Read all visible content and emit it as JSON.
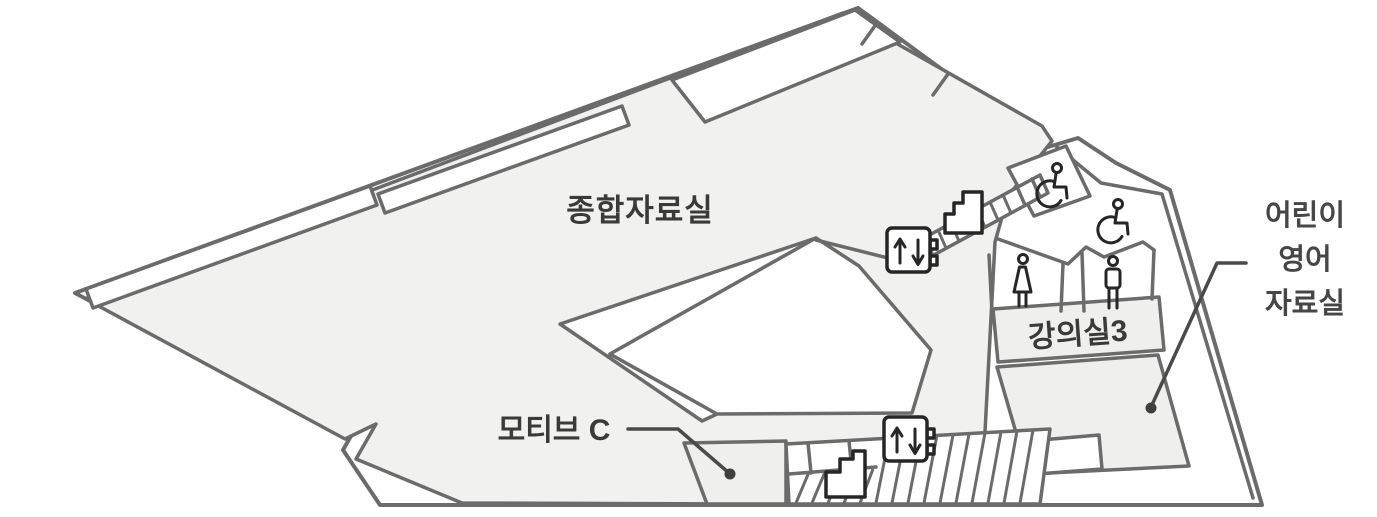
{
  "floorplan": {
    "labels": {
      "main_room": "종합자료실",
      "motive_room": "모티브 C",
      "lecture_room": "강의실3",
      "children_room": {
        "line1": "어린이",
        "line2": "영어",
        "line3": "자료실"
      }
    },
    "icons": {
      "elevator": "elevator-up-down-icon",
      "stairs": "stairs-icon",
      "wheelchair": "wheelchair-accessible-icon",
      "restroom_female": "female-restroom-icon",
      "restroom_male": "male-restroom-icon"
    },
    "colors": {
      "background": "#ffffff",
      "floor_fill": "#f1f1ef",
      "room_fill": "#efefed",
      "outline": "#6b6b6b",
      "icon_stroke": "#262626",
      "label_text": "#3a3a3a",
      "leader_line": "#4a4a4a"
    }
  }
}
